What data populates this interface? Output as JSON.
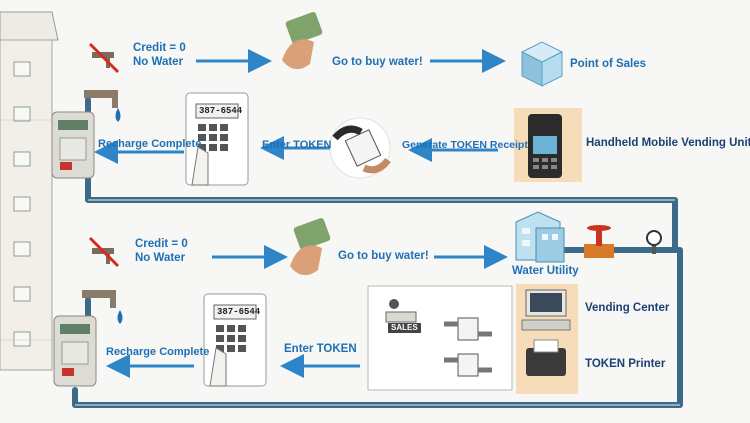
{
  "colors": {
    "accent": "#1f6fb4",
    "pipe": "#3d6a86",
    "arrow": "#2e86c8",
    "panel": "#f6dcb8"
  },
  "top": {
    "status_credit": "Credit = 0",
    "status_water": "No Water",
    "buy_label": "Go to buy water!",
    "pos_label": "Point of Sales",
    "recharge_label": "Recharge Complete",
    "enter_label": "Enter TOKEN",
    "generate_label": "Generate TOKEN Receipt",
    "handheld_label": "Handheld Mobile Vending Unit",
    "keypad_display": "387-6544"
  },
  "bottom": {
    "status_credit": "Credit = 0",
    "status_water": "No Water",
    "buy_label": "Go to buy water!",
    "utility_label": "Water Utility",
    "vending_label": "Vending Center",
    "printer_label": "TOKEN Printer",
    "recharge_label": "Recharge Complete",
    "enter_label": "Enter TOKEN",
    "sales_sign": "SALES",
    "keypad_display": "387-6544"
  },
  "icons": [
    "building-icon",
    "faucet-icon",
    "water-meter-icon",
    "money-hand-icon",
    "point-of-sales-icon",
    "keypad-icon",
    "token-receipt-icon",
    "handheld-terminal-icon",
    "water-utility-icon",
    "valve-icon",
    "pressure-gauge-icon",
    "computer-icon",
    "receipt-printer-icon",
    "sales-clerk-icon",
    "water-drop-icon",
    "no-water-icon"
  ]
}
